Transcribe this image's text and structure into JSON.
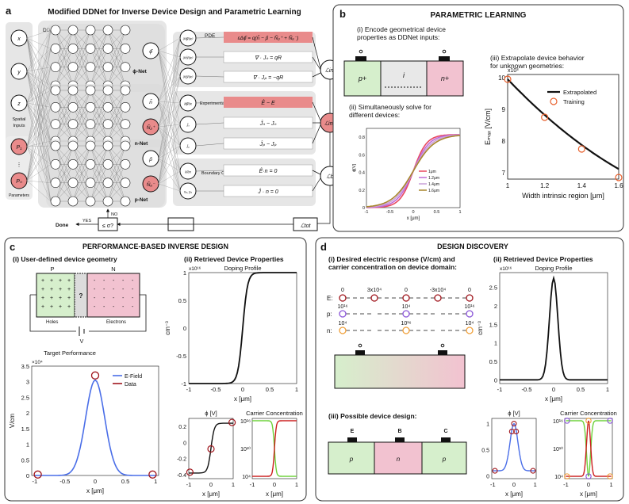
{
  "panel_a": {
    "letter": "a",
    "title": "Modified DDNet for Inverse Device Design and Parametric Learning",
    "ddnet": "DDNet",
    "inputs": [
      "x",
      "y",
      "z"
    ],
    "spatial_label": "Spatial Inputs",
    "params": [
      "P₁",
      "Pₙ"
    ],
    "params_label": "Parameters",
    "outputs": [
      "ϕ̂",
      "n̂",
      "N̂₂⁺",
      "p̂",
      "N̂ₐ⁻"
    ],
    "net_names": [
      "ϕ-Net",
      "n-Net",
      "p-Net"
    ],
    "pde_label": "PDE",
    "pde_eq1": "εΔϕ̂ = q(n̂ − p̂ − N̂₂⁺ + N̂ₐ⁻)",
    "pde_eq2": "∇ · Jₙ = qR",
    "pde_eq3": "∇ · Jₚ = −qR",
    "exp_label": "Experimental and Inverse Datasets",
    "exp_eq1": "Ê − E",
    "exp_eq2": "Ĵₙ − Jₙ",
    "exp_eq3": "Ĵₚ − Jₚ",
    "bc_label": "Boundary Conditions",
    "bc_eq1": "Ê·n = 0",
    "bc_eq2": "Ĵ · n = 0",
    "deriv_terms": [
      "∂²ϕ̂/∂x²",
      "∂²n̂/∂x²",
      "∂²p̂/∂x²",
      "∂ϕ̂/∂x",
      "Ĵₙ",
      "Ĵₚ",
      "∂/∂n",
      "x₀, y₀"
    ],
    "loss_int": "ℒint",
    "loss_inv": "ℒinv",
    "loss_b": "ℒb",
    "loss_tot": "ℒtot",
    "cond": "≤ σ?",
    "yes": "YES",
    "no": "NO",
    "done": "Done"
  },
  "panel_b": {
    "letter": "b",
    "title": "PARAMETRIC LEARNING",
    "step1": "(i) Encode geometrical device properties as DDNet inputs:",
    "regions": [
      "p+",
      "i",
      "n+"
    ],
    "step2": "(ii) Simultaneously solve for different devices:",
    "step3": "(iii) Extrapolate device behavior for unknown geometries:",
    "small_chart": {
      "type": "line",
      "ylabel": "ϕ[V]",
      "xlabel": "x [μm]",
      "xticks": [
        "-1",
        "-0.5",
        "0",
        "0.5",
        "1"
      ],
      "yticks": [
        "0",
        "0.2",
        "0.4",
        "0.6",
        "0.8"
      ],
      "legend": [
        "1μm",
        "1.2μm",
        "1.4μm",
        "1.6μm"
      ],
      "colors": [
        "#e8495f",
        "#c06bd8",
        "#c9a0d8",
        "#a8862c"
      ],
      "widths": [
        1.0,
        1.2,
        1.4,
        1.6
      ]
    },
    "big_chart": {
      "type": "line",
      "exponent": "x10³",
      "ylabel": "Eₘₐₓ [V/cm]",
      "xlabel": "Width intrinsic region [μm]",
      "xticks": [
        "1",
        "1.2",
        "1.4",
        "1.6"
      ],
      "yticks": [
        "7",
        "8",
        "9",
        "10"
      ],
      "legend": [
        "Extrapolated",
        "Training"
      ],
      "x": [
        1.0,
        1.2,
        1.4,
        1.6
      ],
      "training": [
        9.95,
        8.75,
        7.75,
        6.85
      ]
    }
  },
  "panel_c": {
    "letter": "c",
    "title": "PERFORMANCE-BASED INVERSE DESIGN",
    "sub1": "(i) User-defined device geometry",
    "sub2": "(ii) Retrieved Device Properties",
    "p": "P",
    "n": "N",
    "q": "?",
    "holes": "Holes",
    "electrons": "Electrons",
    "v": "V",
    "target_title": "Target Performance",
    "target": {
      "type": "line",
      "exponent": "×10⁴",
      "ylabel": "V/cm",
      "xlabel": "x [μm]",
      "xticks": [
        "-1",
        "-0.5",
        "0",
        "0.5",
        "1"
      ],
      "yticks": [
        "0",
        "0.5",
        "1",
        "1.5",
        "2",
        "2.5",
        "3",
        "3.5"
      ],
      "legend": [
        "E-Field",
        "Data"
      ],
      "data_x": [
        -0.95,
        0,
        0.95
      ],
      "data_y": [
        0.03,
        3.2,
        0.03
      ]
    },
    "doping": {
      "type": "line",
      "title": "Doping Profile",
      "exponent": "x10¹⁶",
      "ylabel": "cm⁻³",
      "xlabel": "x [μm]",
      "xticks": [
        "-1",
        "-0.5",
        "0",
        "0.5",
        "1"
      ],
      "yticks": [
        "-1",
        "-0.5",
        "0",
        "0.5",
        "1"
      ]
    },
    "phi": {
      "type": "line",
      "title": "ϕ [V]",
      "xlabel": "x [μm]",
      "xticks": [
        "-1",
        "0",
        "1"
      ],
      "yticks": [
        "-0.4",
        "-0.2",
        "0",
        "0.2"
      ],
      "data_x": [
        -0.95,
        0,
        0.95
      ],
      "data_y": [
        -0.37,
        -0.08,
        0.25
      ]
    },
    "carrier": {
      "type": "line",
      "title": "Carrier Concentration",
      "xlabel": "x [μm]",
      "xticks": [
        "-1",
        "0",
        "1"
      ],
      "yticks": [
        "10⁴",
        "10¹⁰",
        "10¹⁶"
      ]
    }
  },
  "panel_d": {
    "letter": "d",
    "title": "DESIGN DISCOVERY",
    "sub1": "(i) Desired electric response (V/cm) and carrier concentration on device domain:",
    "sub2": "(ii) Retrieved Device Properties",
    "sub3": "(iii) Possible device design:",
    "row_labels": [
      "E:",
      "p:",
      "n:"
    ],
    "e_vals": [
      "0",
      "3x10⁴",
      "0",
      "-3x10⁴",
      "0"
    ],
    "p_vals": [
      "10¹⁶",
      "10⁴",
      "10¹⁶"
    ],
    "n_vals": [
      "10⁴",
      "10¹⁶",
      "10⁴"
    ],
    "terminals": [
      "E",
      "B",
      "C"
    ],
    "regions": [
      "p",
      "n",
      "p"
    ],
    "doping": {
      "type": "line",
      "title": "Doping Profile",
      "exponent": "x10¹⁶",
      "ylabel": "cm⁻³",
      "xlabel": "x [μm]",
      "xticks": [
        "-1",
        "-0.5",
        "0",
        "0.5",
        "1"
      ],
      "yticks": [
        "0",
        "0.5",
        "1",
        "1.5",
        "2",
        "2.5"
      ]
    },
    "phi": {
      "type": "line",
      "title": "ϕ [V]",
      "xlabel": "x [μm]",
      "xticks": [
        "-1",
        "0",
        "1"
      ],
      "yticks": [
        "0",
        "0.5",
        "1"
      ],
      "data_x": [
        -0.9,
        -0.1,
        0,
        0.1,
        0.9
      ],
      "data_y": [
        0.1,
        0.85,
        1.0,
        0.85,
        0.1
      ]
    },
    "carrier": {
      "type": "line",
      "title": "Carrier Concentration",
      "xlabel": "x [μm]",
      "xticks": [
        "-1",
        "0",
        "1"
      ],
      "yticks": [
        "10⁴",
        "10¹⁰",
        "10¹⁶"
      ]
    }
  },
  "colors": {
    "panel_bg": "#ececec",
    "pink": "#f2b9c8",
    "green": "#d6efcc",
    "salmon": "#e98b8b",
    "blue": "#4a6ee8",
    "red": "#cc1f1f",
    "green_line": "#6dd23a"
  }
}
